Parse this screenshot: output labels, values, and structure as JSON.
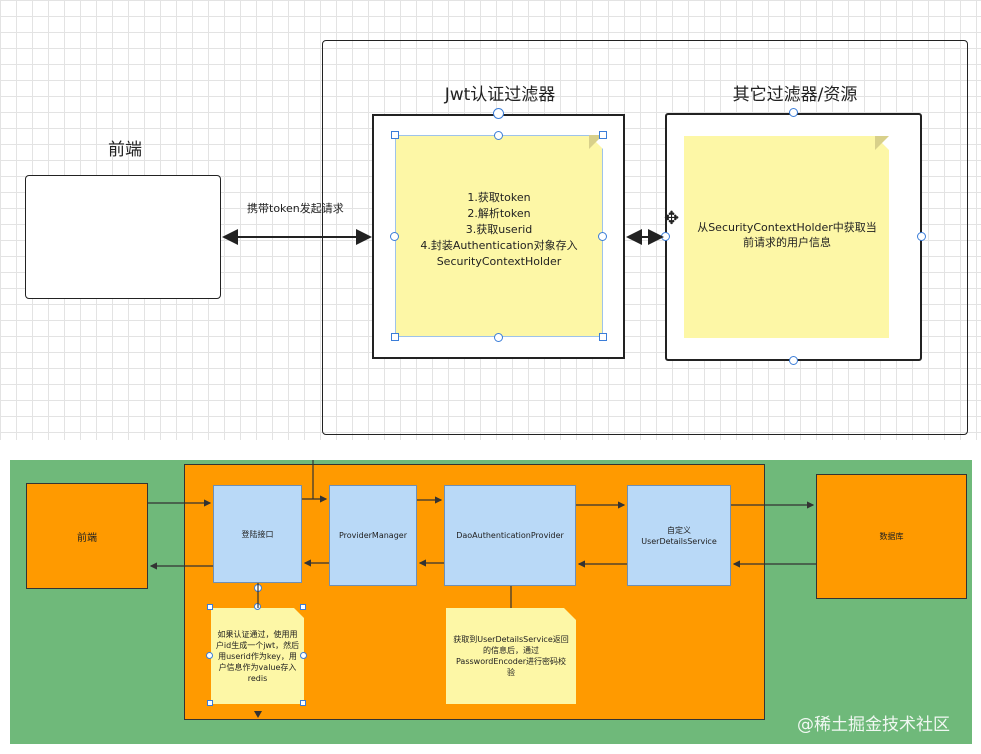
{
  "top": {
    "frontend_label": "前端",
    "arrow_label": "携带token发起请求",
    "jwt_filter_title": "Jwt认证过滤器",
    "jwt_note_lines": [
      "1.获取token",
      "2.解析token",
      "3.获取userid",
      "4.封装Authentication对象存入",
      "SecurityContextHolder"
    ],
    "other_filter_title": "其它过滤器/资源",
    "other_note_text": "从SecurityContextHolder中获取当前请求的用户信息"
  },
  "bottom": {
    "frontend_label": "前端",
    "login_label": "登陆接口",
    "provider_manager_label": "ProviderManager",
    "dao_provider_label": "DaoAuthenticationProvider",
    "uds_line1": "自定义",
    "uds_line2": "UserDetailsService",
    "database_label": "数据库",
    "login_note": "如果认证通过，使用用户id生成一个jwt，然后用userid作为key，用户信息作为value存入redis",
    "dao_note": "获取到UserDetailsService返回的信息后，通过PasswordEncoder进行密码校验"
  },
  "watermark": "@稀土掘金技术社区",
  "colors": {
    "note_yellow": "#fdf7a6",
    "bottom_bg_green": "#6fb97a",
    "container_orange": "#ff9a00",
    "process_blue": "#b9d9f7",
    "selection_blue": "#3b7dd8"
  }
}
